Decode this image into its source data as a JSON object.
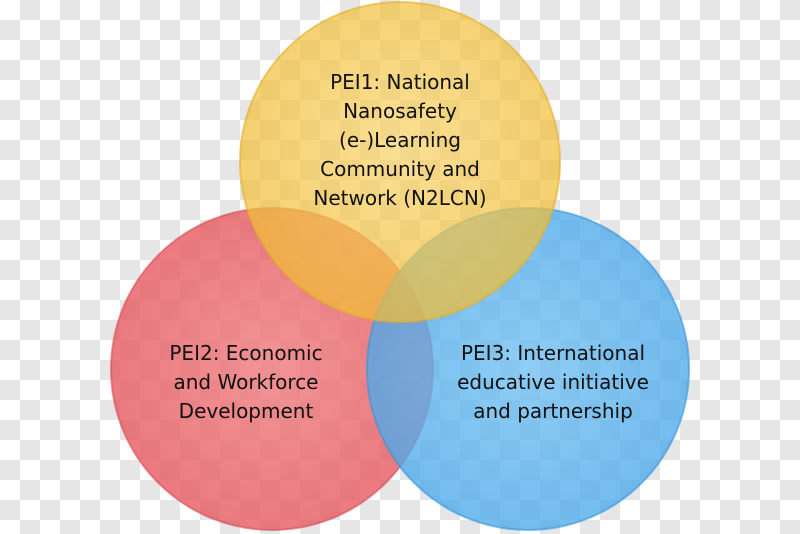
{
  "circles": [
    {
      "id": "pei1",
      "label": "PEI1: National\nNanosafety\n(e-)Learning\nCommunity and\nNetwork (N2LCN)",
      "color": "#f5c84c"
    },
    {
      "id": "pei2",
      "label": "PEI2: Economic\nand Workforce\nDevelopment",
      "color": "#ec6a6f"
    },
    {
      "id": "pei3",
      "label": "PEI3: International\neducative initiative\nand partnership",
      "color": "#5db5ef"
    }
  ]
}
